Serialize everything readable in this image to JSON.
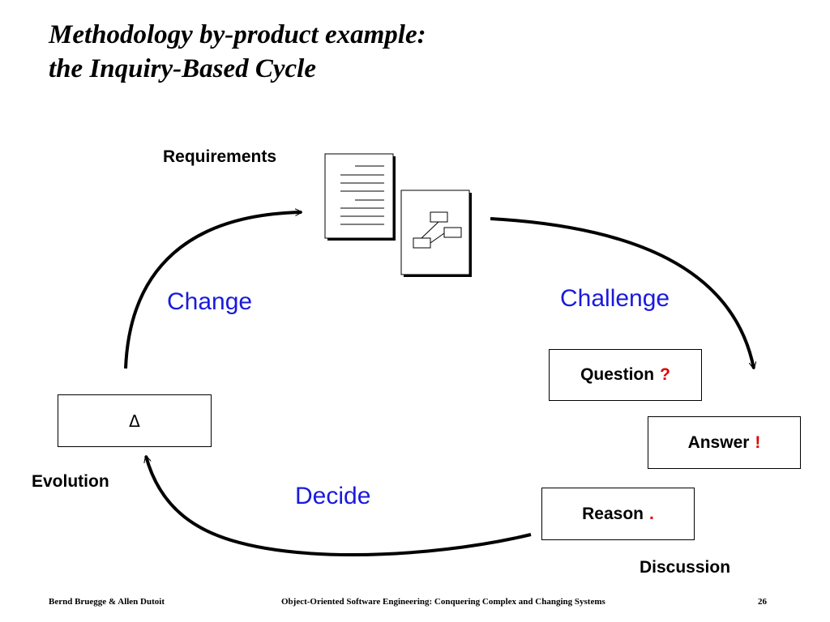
{
  "title": {
    "line1": "Methodology by-product example:",
    "line2": "the Inquiry-Based Cycle"
  },
  "labels": {
    "requirements": "Requirements",
    "evolution": "Evolution",
    "discussion": "Discussion"
  },
  "actions": {
    "change": "Change",
    "challenge": "Challenge",
    "decide": "Decide"
  },
  "boxes": {
    "question": {
      "text": "Question",
      "mark": "?"
    },
    "answer": {
      "text": "Answer",
      "mark": "!"
    },
    "reason": {
      "text": "Reason",
      "mark": "."
    },
    "delta": {
      "text": "Δ"
    }
  },
  "icons": [
    "text-document-icon",
    "diagram-document-icon"
  ],
  "colors": {
    "action_text": "#1a1adc",
    "mark": "#e00000"
  },
  "footer": {
    "authors": "Bernd Bruegge & Allen Dutoit",
    "course": "Object-Oriented Software Engineering: Conquering Complex and Changing Systems",
    "page": "26"
  }
}
